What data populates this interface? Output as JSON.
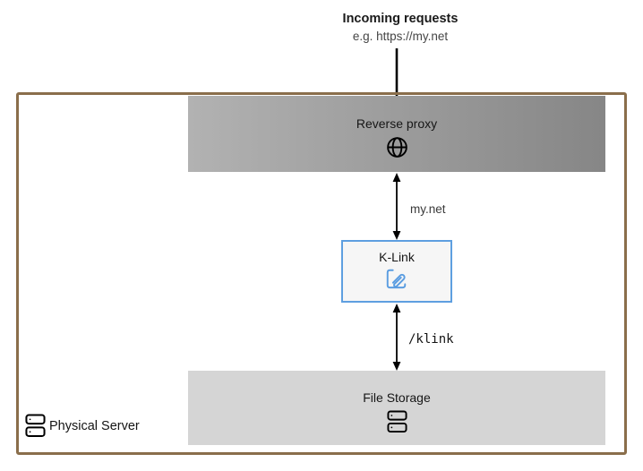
{
  "header": {
    "title": "Incoming requests",
    "subtitle": "e.g. https://my.net"
  },
  "nodes": {
    "reverse_proxy": {
      "label": "Reverse proxy",
      "icon": "globe-icon"
    },
    "klink": {
      "label": "K-Link",
      "icon": "klink-logo-icon"
    },
    "file_storage": {
      "label": "File Storage",
      "icon": "server-stack-icon"
    },
    "physical_server": {
      "label": "Physical Server",
      "icon": "server-stack-icon"
    }
  },
  "edges": {
    "incoming": {
      "from": "outside",
      "to": "reverse_proxy",
      "label": ""
    },
    "proxy_to_klink": {
      "from": "reverse_proxy",
      "to": "klink",
      "label": "my.net",
      "bidirectional": true
    },
    "klink_to_storage": {
      "from": "klink",
      "to": "file_storage",
      "label": "/klink",
      "bidirectional": true
    }
  },
  "colors": {
    "outer_border": "#8a6e4b",
    "proxy_grad_left": "#b2b2b2",
    "proxy_grad_right": "#868686",
    "storage_bg": "#d5d5d5",
    "klink_border": "#5e9fe0",
    "klink_bg": "#f6f6f6",
    "klink_icon": "#5b9de1",
    "arrow": "#000000"
  }
}
